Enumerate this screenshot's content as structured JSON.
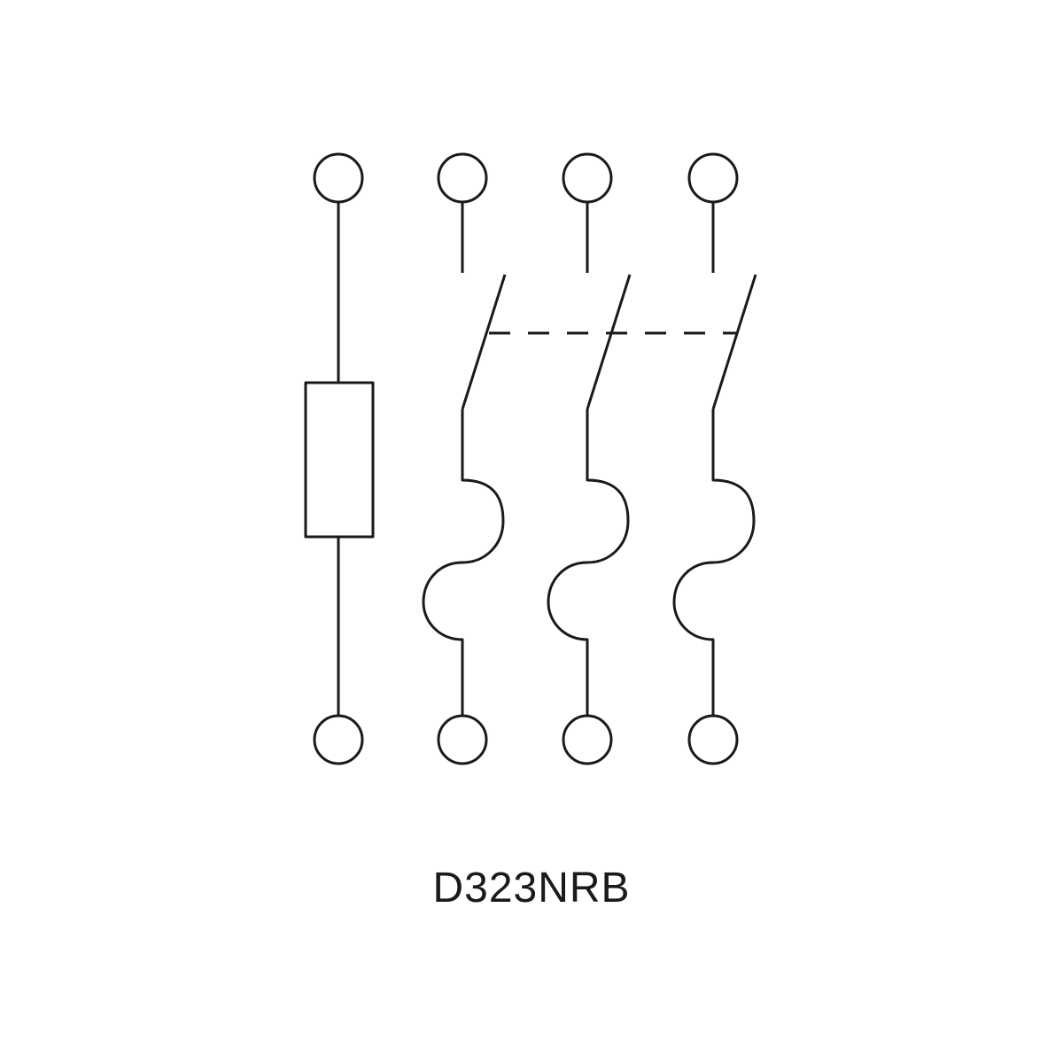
{
  "diagram": {
    "model_label": "D323NRB",
    "line_color": "#1a1a1a",
    "background_color": "#ffffff",
    "components": {
      "fuse_pole": "fuse-symbol",
      "breaker_poles": [
        "switch-thermal-pole",
        "switch-thermal-pole",
        "switch-thermal-pole"
      ],
      "mechanical_link": "dashed-mechanical-link"
    }
  }
}
